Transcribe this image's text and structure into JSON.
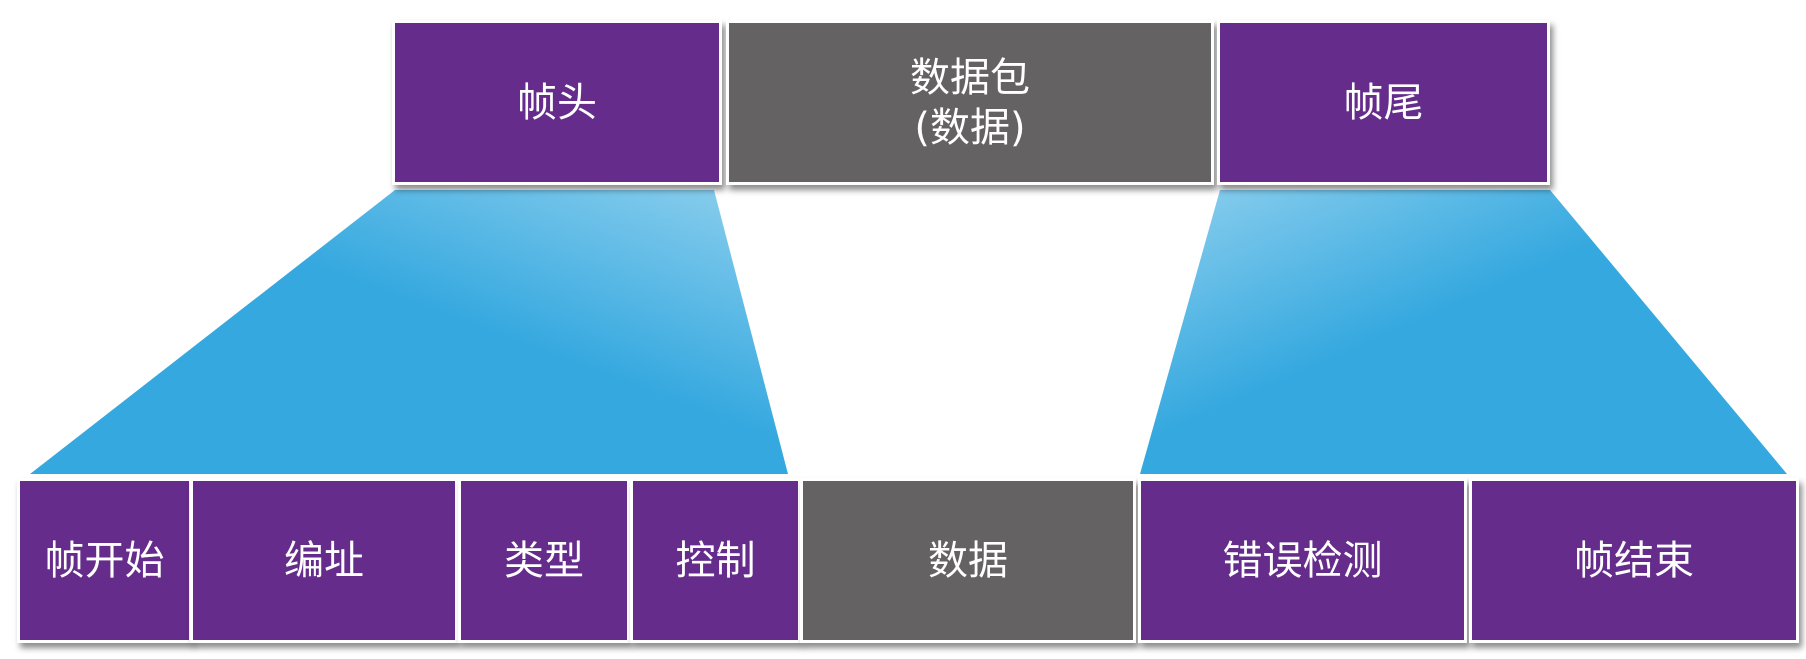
{
  "colors": {
    "purple": "#652c8c",
    "gray": "#656263",
    "blue": "#34a8df",
    "blue_light": "#8fd0ee",
    "text": "#ffffff"
  },
  "top_row": {
    "header": "帧头",
    "packet": "数据包\n(数据)",
    "trailer": "帧尾"
  },
  "bottom_row": {
    "frame_start": "帧开始",
    "addressing": "编址",
    "type": "类型",
    "control": "控制",
    "data": "数据",
    "error_detection": "错误检测",
    "frame_end": "帧结束"
  }
}
